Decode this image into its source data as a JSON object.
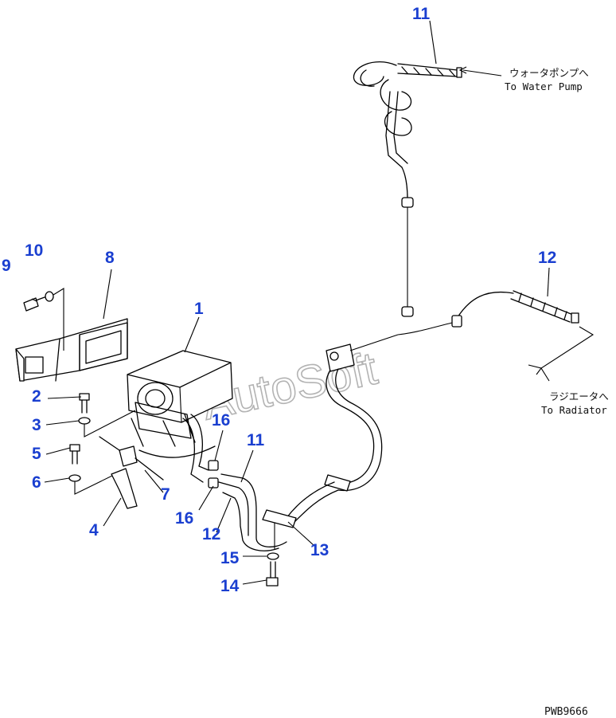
{
  "callouts": {
    "c1": "1",
    "c2": "2",
    "c3": "3",
    "c4": "4",
    "c5": "5",
    "c6": "6",
    "c7": "7",
    "c8": "8",
    "c9": "9",
    "c10": "10",
    "c11_top": "11",
    "c11_mid": "11",
    "c12_right": "12",
    "c12_mid": "12",
    "c13": "13",
    "c14": "14",
    "c15": "15",
    "c16_a": "16",
    "c16_b": "16"
  },
  "notes": {
    "water_pump_jp": "ウォータポンプへ",
    "water_pump_en": "To Water Pump",
    "radiator_jp": "ラジエータへ",
    "radiator_en": "To Radiator"
  },
  "watermark": "AutoSoft",
  "drawing_code": "PWB9666",
  "colors": {
    "callout": "#1a3fd0",
    "line": "#000000",
    "watermark": "#9a9a9a"
  }
}
